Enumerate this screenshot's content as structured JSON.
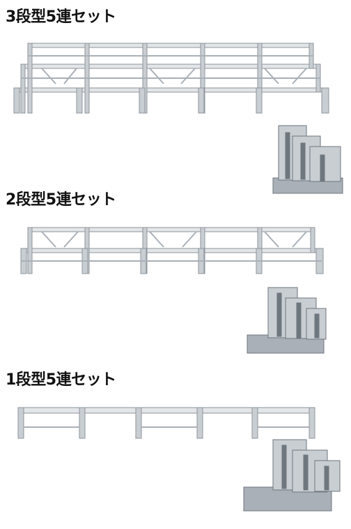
{
  "sections": [
    {
      "title": "3段型5連セット",
      "tiers": 3
    },
    {
      "title": "2段型5連セット",
      "tiers": 2
    },
    {
      "title": "1段型5連セット",
      "tiers": 1
    }
  ],
  "colors": {
    "frame": "#c9ced3",
    "frame_stroke": "#8d949b",
    "plank": "#e3e6e9",
    "brace": "#a9b0b7",
    "panel_dark": "#6e767e"
  }
}
